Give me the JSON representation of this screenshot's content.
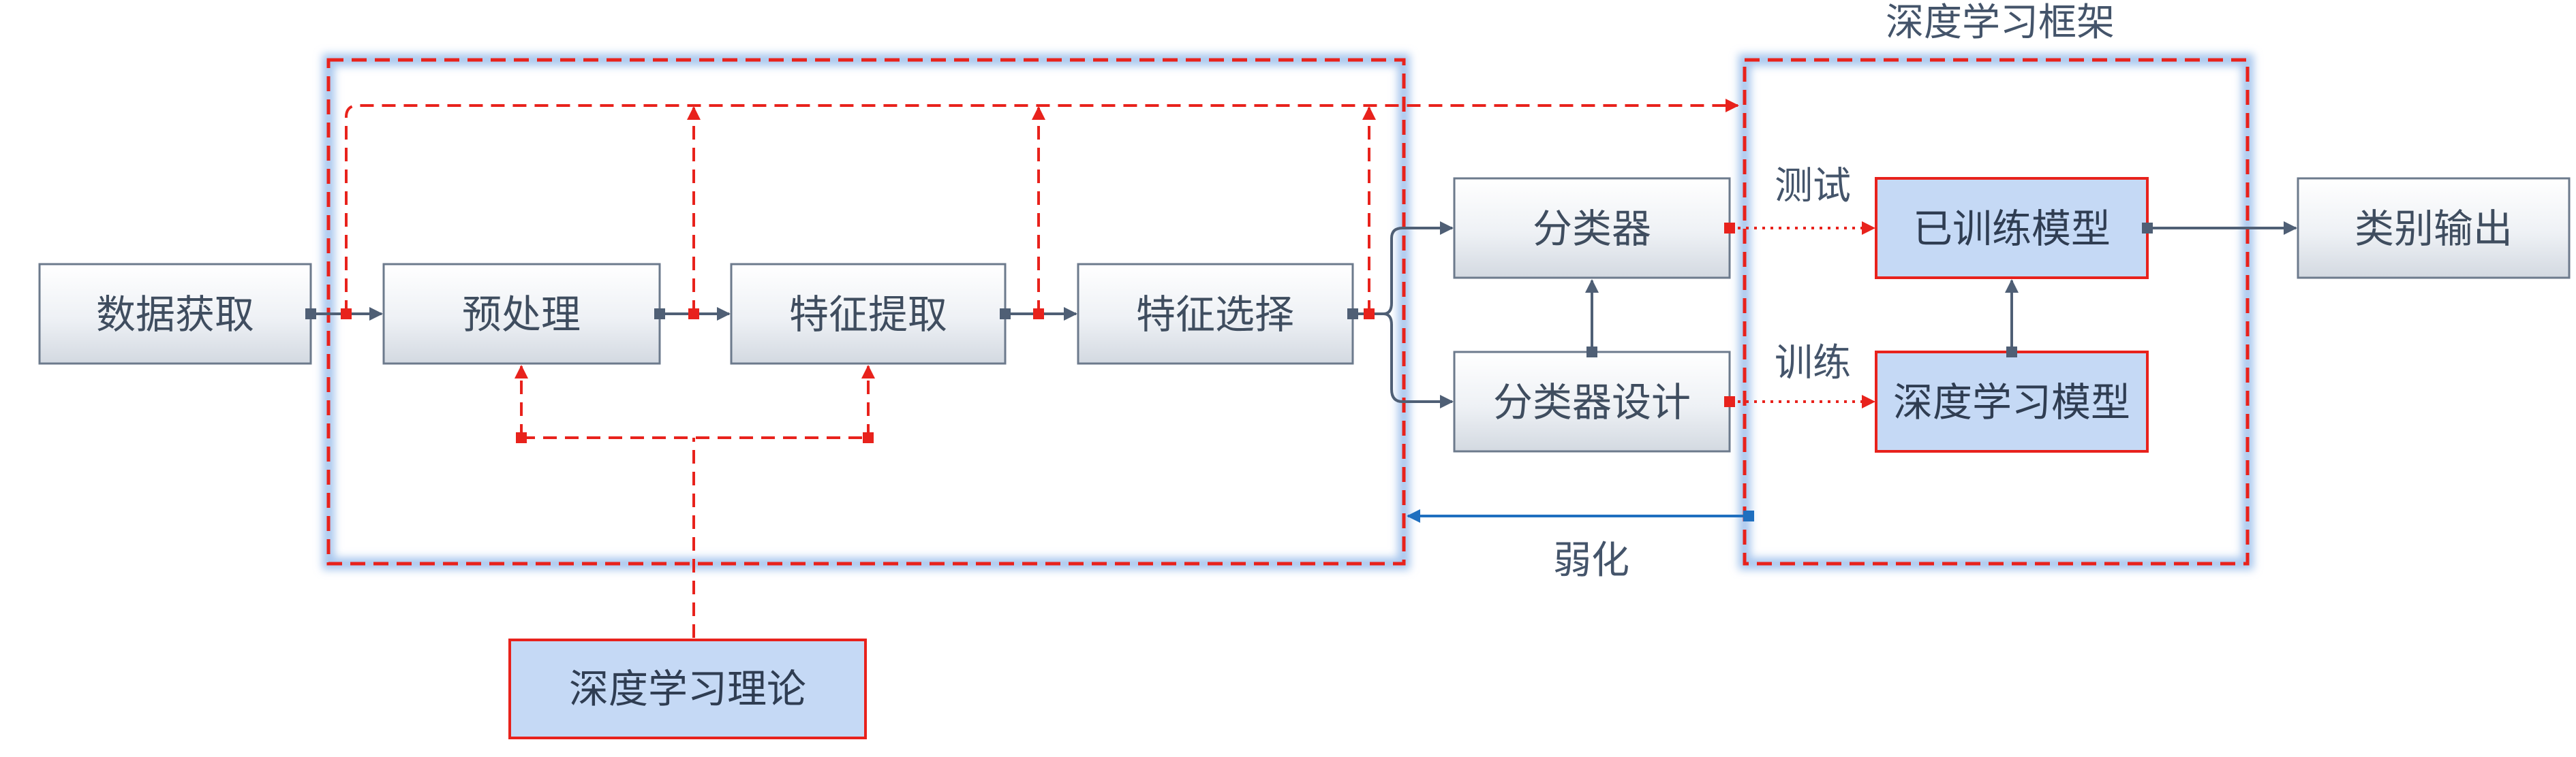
{
  "colors": {
    "red_accent": "#e8221c",
    "gray_node_border": "#6c7a8c",
    "blue_node_fill": "#c5d9f5",
    "blue_arrow": "#1f6fbf",
    "frame_glow": "#a9c7ee"
  },
  "nodes": {
    "data_acquisition": "数据获取",
    "preprocessing": "预处理",
    "feature_extraction": "特征提取",
    "feature_selection": "特征选择",
    "classifier": "分类器",
    "classifier_design": "分类器设计",
    "trained_model": "已训练模型",
    "deep_learning_model": "深度学习模型",
    "class_output": "类别输出",
    "deep_learning_theory": "深度学习理论"
  },
  "labels": {
    "framework_title": "深度学习框架",
    "test": "测试",
    "train": "训练",
    "weaken": "弱化"
  }
}
